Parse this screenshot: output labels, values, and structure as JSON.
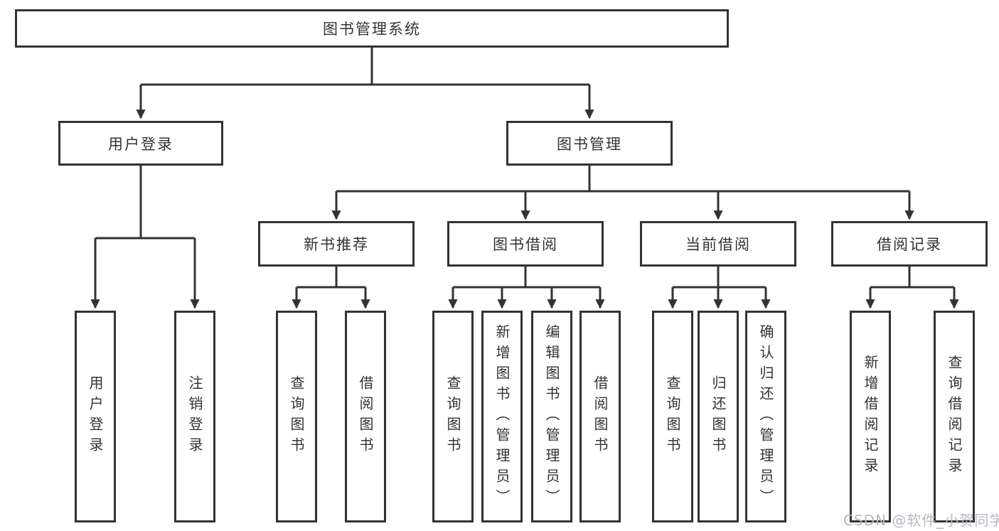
{
  "diagram": {
    "root": {
      "label": "图书管理系统"
    },
    "level2": [
      {
        "label": "用户登录"
      },
      {
        "label": "图书管理"
      }
    ],
    "level3": [
      {
        "label": "新书推荐"
      },
      {
        "label": "图书借阅"
      },
      {
        "label": "当前借阅"
      },
      {
        "label": "借阅记录"
      }
    ],
    "leaves": [
      {
        "label": "用户登录"
      },
      {
        "label": "注销登录"
      },
      {
        "label": "查询图书"
      },
      {
        "label": "借阅图书"
      },
      {
        "label": "查询图书"
      },
      {
        "label": "新增图书（管理员）"
      },
      {
        "label": "编辑图书（管理员）"
      },
      {
        "label": "借阅图书"
      },
      {
        "label": "查询图书"
      },
      {
        "label": "归还图书"
      },
      {
        "label": "确认归还（管理员）"
      },
      {
        "label": "新增借阅记录"
      },
      {
        "label": "查询借阅记录"
      }
    ],
    "watermark": "CSDN @软件_小贺同学",
    "colors": {
      "line": "#333333",
      "text": "#333333",
      "background": "#ffffff",
      "watermark": "#b5b9bf"
    }
  }
}
